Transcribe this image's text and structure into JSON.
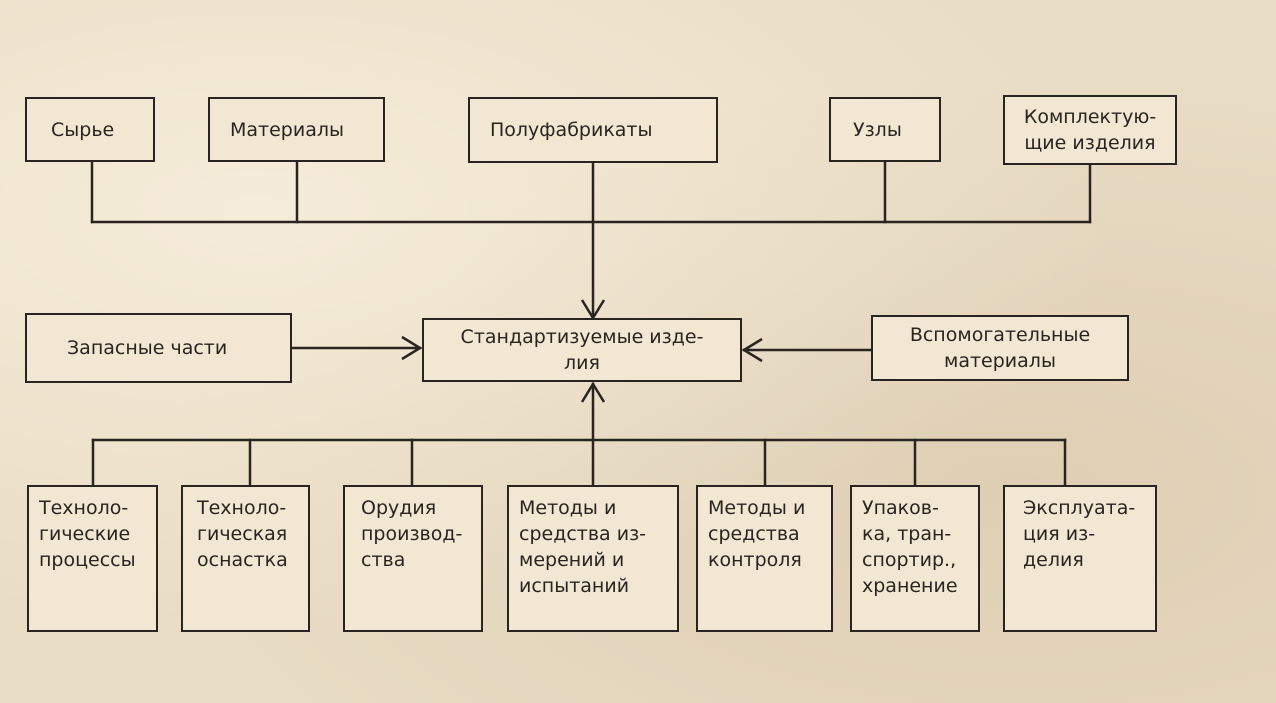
{
  "diagram": {
    "center": "Стандартизуемые изде-\nлия",
    "top": [
      "Сырье",
      "Материалы",
      "Полуфабрикаты",
      "Узлы",
      "Комплектую-\nщие изделия"
    ],
    "left": "Запасные части",
    "right": "Вспомогательные\nматериалы",
    "bottom": [
      "Техноло-\nгические\nпроцессы",
      "Техноло-\nгическая\nоснастка",
      "Орудия\nпроизвод-\nства",
      "Методы и\nсредства из-\nмерений и\nиспытаний",
      "Методы и\nсредства\nконтроля",
      "Упаков-\nка, тран-\nспортир.,\nхранение",
      "Эксплуата-\nция из-\nделия"
    ]
  }
}
